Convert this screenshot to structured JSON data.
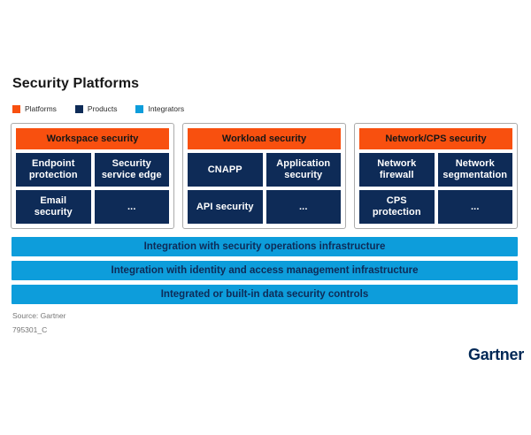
{
  "title": "Security Platforms",
  "legend": {
    "platforms": "Platforms",
    "products": "Products",
    "integrators": "Integrators"
  },
  "colors": {
    "platforms_orange": "#F8500F",
    "products_navy": "#0E2B57",
    "integrators_blue": "#0D9DDB",
    "box_border_gray": "#ABABAB",
    "source_gray": "#767676",
    "logo_navy": "#002856"
  },
  "platforms": [
    {
      "header": "Workspace security",
      "products": [
        "Endpoint protection",
        "Security service edge",
        "Email security",
        "..."
      ]
    },
    {
      "header": "Workload security",
      "products": [
        "CNAPP",
        "Application security",
        "API security",
        "..."
      ]
    },
    {
      "header": "Network/CPS security",
      "products": [
        "Network firewall",
        "Network segmentation",
        "CPS protection",
        "..."
      ]
    }
  ],
  "integrators": [
    "Integration with security operations infrastructure",
    "Integration with identity and access management infrastructure",
    "Integrated or built-in data security controls"
  ],
  "source": {
    "line1": "Source: Gartner",
    "line2": "795301_C"
  },
  "logo": "Gartner"
}
